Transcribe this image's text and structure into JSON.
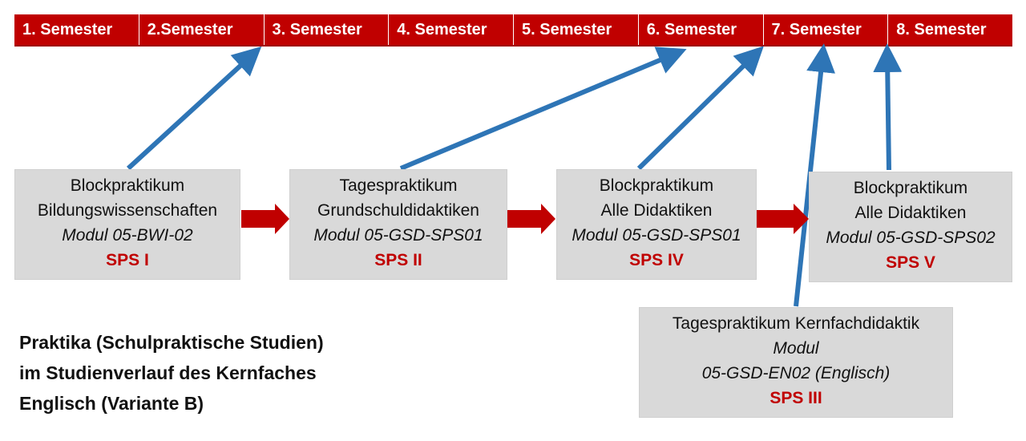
{
  "semesters": [
    "1. Semester",
    "2.Semester",
    "3. Semester",
    "4. Semester",
    "5. Semester",
    "6. Semester",
    "7. Semester",
    "8. Semester"
  ],
  "boxes": {
    "sps1": {
      "line1": "Blockpraktikum",
      "line2": "Bildungswissenschaften",
      "modul": "Modul 05-BWI-02",
      "code": "SPS I"
    },
    "sps2": {
      "line1": "Tagespraktikum",
      "line2": "Grundschuldidaktiken",
      "modul": "Modul 05-GSD-SPS01",
      "code": "SPS II"
    },
    "sps4": {
      "line1": "Blockpraktikum",
      "line2": "Alle Didaktiken",
      "modul": "Modul 05-GSD-SPS01",
      "code": "SPS IV"
    },
    "sps5": {
      "line1": "Blockpraktikum",
      "line2": "Alle Didaktiken",
      "modul": "Modul 05-GSD-SPS02",
      "code": "SPS V"
    },
    "sps3": {
      "line1": "Tagespraktikum Kernfachdidaktik",
      "line2": "Modul",
      "modul": "05-GSD-EN02 (Englisch)",
      "code": "SPS III"
    }
  },
  "caption": {
    "line1": "Praktika (Schulpraktische Studien)",
    "line2": "im Studienverlauf des Kernfaches",
    "line3": "Englisch (Variante B)"
  },
  "colors": {
    "header_red": "#c00000",
    "box_gray": "#d9d9d9",
    "arrow_blue": "#2e75b6",
    "flow_red": "#c00000"
  }
}
